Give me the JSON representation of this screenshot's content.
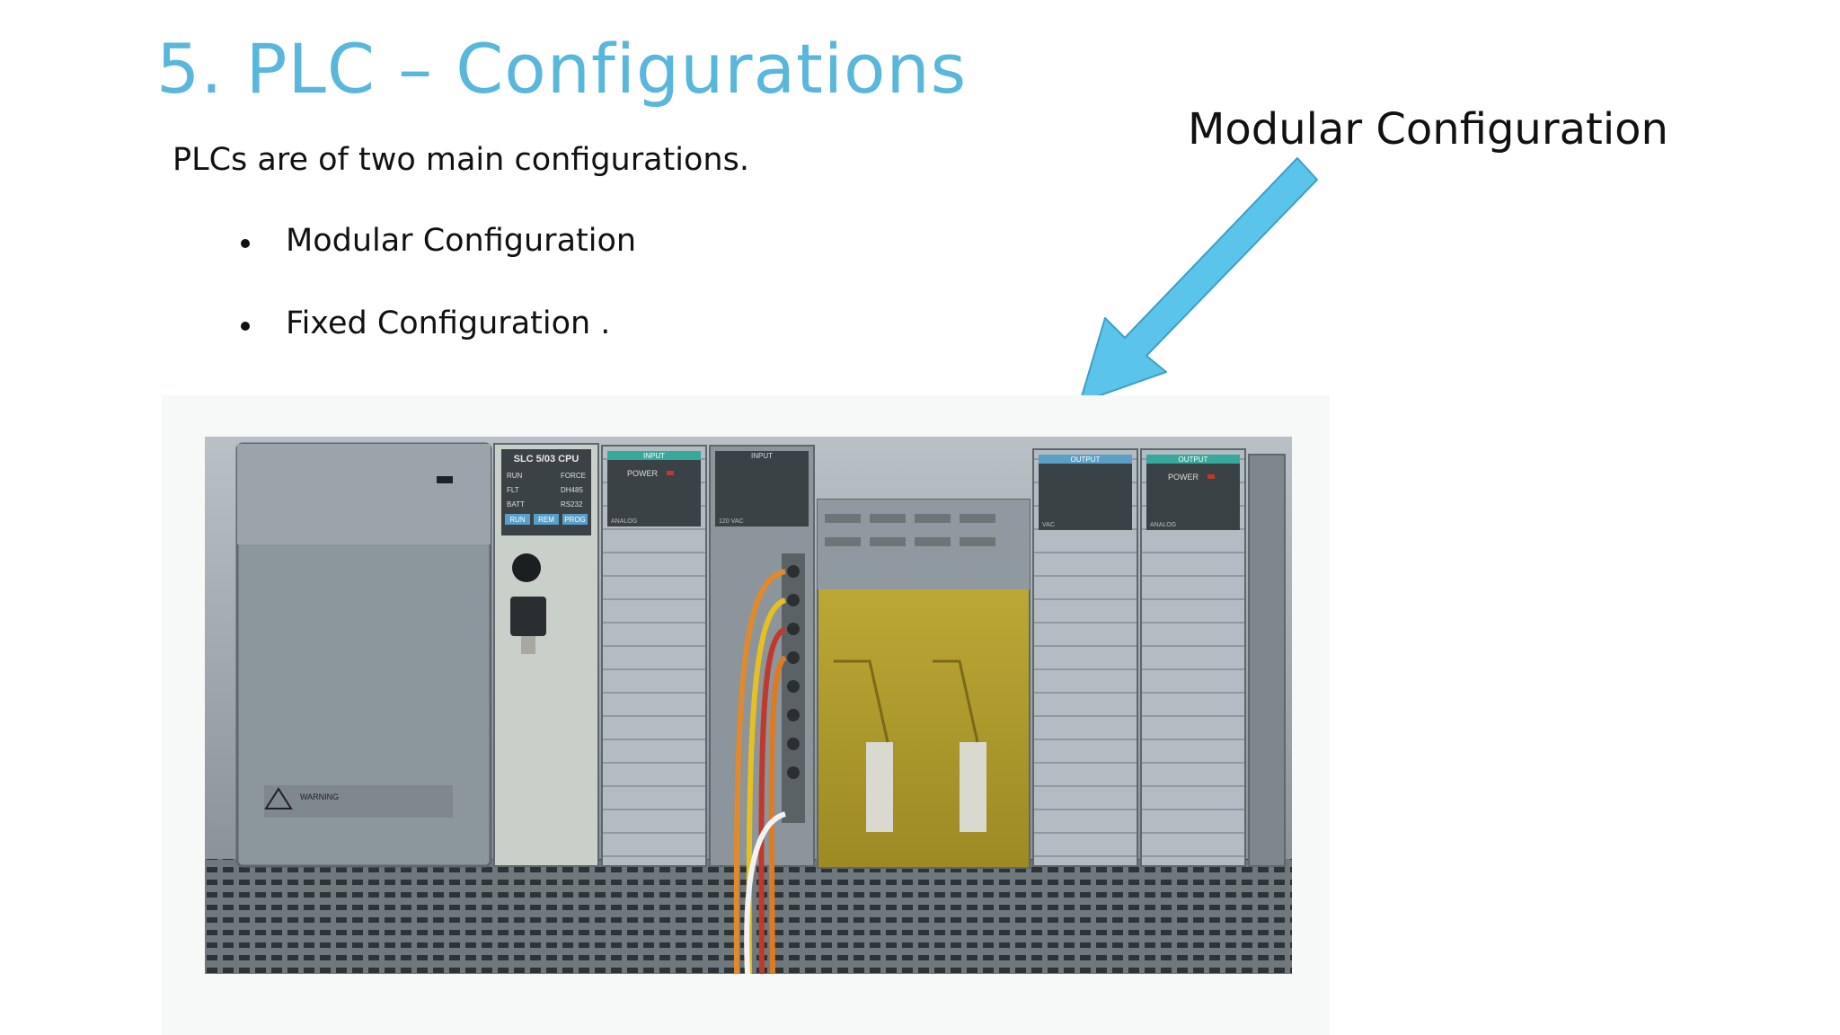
{
  "slide": {
    "title": "5. PLC – Configurations",
    "intro": "PLCs are of two main configurations.",
    "bullets": [
      {
        "label": "Modular Configuration"
      },
      {
        "label": "Fixed Configuration ."
      }
    ],
    "callout": "Modular Configuration",
    "arrow_color": "#5bc4ea"
  },
  "photo": {
    "cpu_label": "SLC 5/03 CPU",
    "cpu_leds_left": [
      "RUN",
      "FLT",
      "BATT"
    ],
    "cpu_leds_right": [
      "FORCE",
      "DH485",
      "RS232"
    ],
    "cpu_modes": [
      "RUN",
      "REM",
      "PROG"
    ],
    "module_input_1": "INPUT",
    "module_input_1_power": "POWER",
    "module_input_1_type": "ANALOG",
    "module_input_2": "INPUT",
    "module_input_2_type": "120 VAC",
    "module_output_1": "OUTPUT",
    "module_output_1_type": "VAC",
    "module_output_2": "OUTPUT",
    "module_output_2_power": "POWER",
    "module_output_2_type": "ANALOG",
    "warning_text": "WARNING"
  }
}
